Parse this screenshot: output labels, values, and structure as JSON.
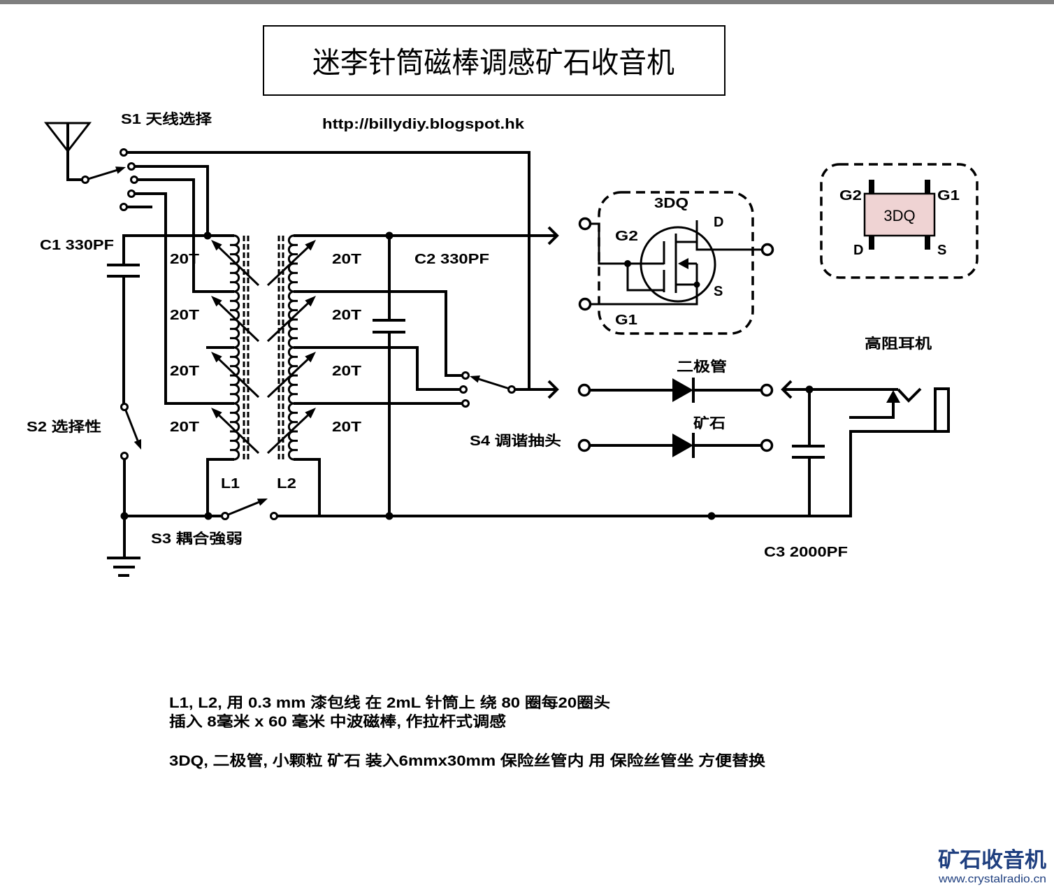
{
  "title": "迷李针筒磁棒调感矿石收音机",
  "url": "http://billydiy.blogspot.hk",
  "components": {
    "s1": {
      "label": "S1 天线选择",
      "type": "rotary-switch",
      "positions": 5
    },
    "c1": {
      "label": "C1 330PF",
      "type": "capacitor"
    },
    "s2": {
      "label": "S2 选择性",
      "type": "switch"
    },
    "s3": {
      "label": "S3 耦合強弱",
      "type": "switch"
    },
    "s4": {
      "label": "S4 调谐抽头",
      "type": "rotary-switch",
      "positions": 3
    },
    "c2": {
      "label": "C2 330PF",
      "type": "capacitor"
    },
    "c3": {
      "label": "C3 2000PF",
      "type": "capacitor"
    },
    "l1": {
      "label": "L1",
      "type": "variable-inductor",
      "sections": [
        "20T",
        "20T",
        "20T",
        "20T"
      ]
    },
    "l2": {
      "label": "L2",
      "type": "variable-inductor",
      "sections": [
        "20T",
        "20T",
        "20T",
        "20T"
      ]
    },
    "mosfet": {
      "label": "3DQ",
      "pins": {
        "g2": "G2",
        "g1": "G1",
        "d": "D",
        "s": "S"
      }
    },
    "package": {
      "label": "3DQ",
      "pins": {
        "g2": "G2",
        "g1": "G1",
        "d": "D",
        "s": "S"
      },
      "fill_color": "#efd3d3"
    },
    "diode": {
      "label": "二极管"
    },
    "crystal": {
      "label": "矿石"
    },
    "headphones": {
      "label": "高阻耳机"
    }
  },
  "notes": [
    "L1, L2, 用 0.3 mm 漆包线 在 2mL 针筒上 绕 80 圈每20圈头",
    "插入 8毫米 x 60 毫米 中波磁棒, 作拉杆式调感",
    "3DQ, 二极管, 小颗粒 矿石 装入6mmx30mm 保险丝管内 用 保险丝管坐 方便替换"
  ],
  "watermark": {
    "name": "矿石收音机",
    "site": "www.crystalradio.cn",
    "color": "#1f3f7f"
  },
  "colors": {
    "top_bar": "#7f7f7f",
    "ink": "#000000",
    "background": "#ffffff"
  }
}
